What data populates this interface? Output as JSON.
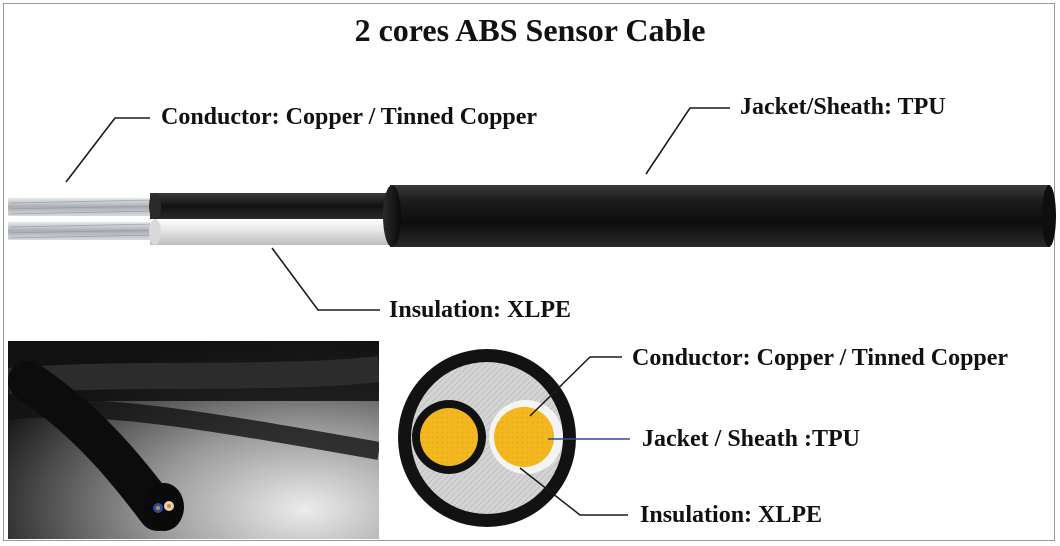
{
  "title": "2 cores ABS Sensor Cable",
  "side_view": {
    "conductor_label": "Conductor: Copper / Tinned Copper",
    "jacket_label": "Jacket/Sheath: TPU",
    "insulation_label": "Insulation: XLPE"
  },
  "cross_section": {
    "conductor_label": "Conductor: Copper / Tinned Copper",
    "jacket_label": "Jacket / Sheath :TPU",
    "insulation_label": "Insulation: XLPE"
  },
  "colors": {
    "jacket": "#151515",
    "conductor_core": "#f2b51d",
    "copper_strand": "#c9ccd0",
    "insulation_white": "#eaeaea",
    "filler": "#cfcfcf",
    "leader_line": "#1a1a1a",
    "blue_leader": "#2b4aa0"
  }
}
